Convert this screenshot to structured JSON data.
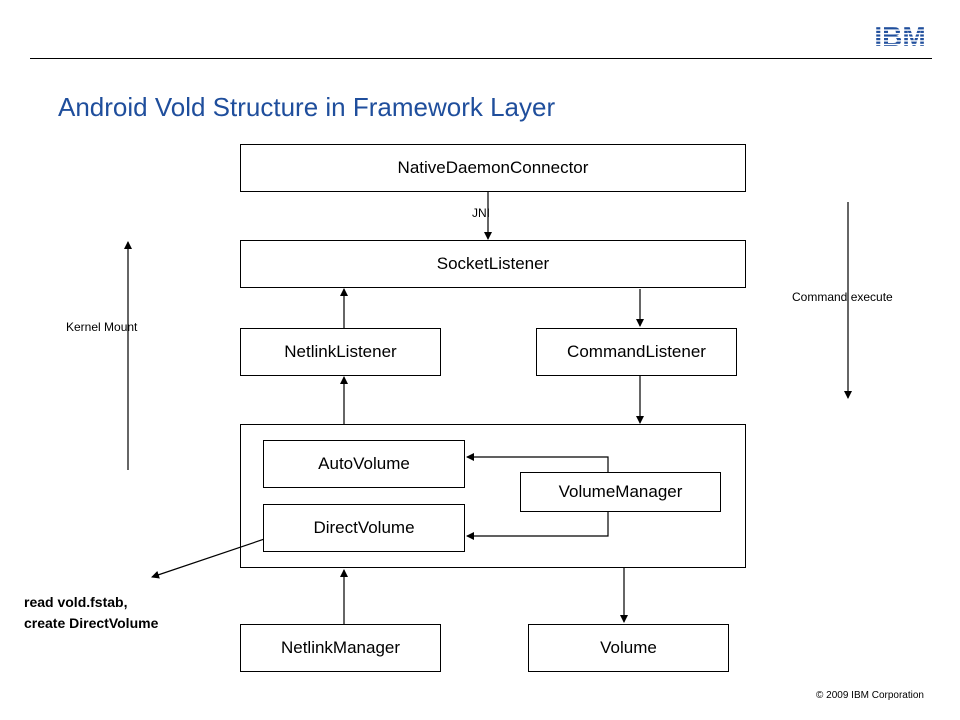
{
  "header": {
    "logo_text": "IBM",
    "title": "Android Vold Structure in Framework Layer"
  },
  "diagram": {
    "boxes": {
      "native_daemon_connector": "NativeDaemonConnector",
      "socket_listener": "SocketListener",
      "netlink_listener": "NetlinkListener",
      "command_listener": "CommandListener",
      "auto_volume": "AutoVolume",
      "volume_manager": "VolumeManager",
      "direct_volume": "DirectVolume",
      "netlink_manager": "NetlinkManager",
      "volume": "Volume"
    },
    "labels": {
      "jni": "JNI",
      "kernel_mount": "Kernel Mount",
      "command_execute": "Command execute"
    },
    "note": {
      "line1": "read vold.fstab,",
      "line2": "create DirectVolume"
    }
  },
  "footer": {
    "copyright": "© 2009 IBM Corporation"
  },
  "colors": {
    "title": "#1f4e9c",
    "logo": "#1f4e9c",
    "lines": "#000000"
  }
}
